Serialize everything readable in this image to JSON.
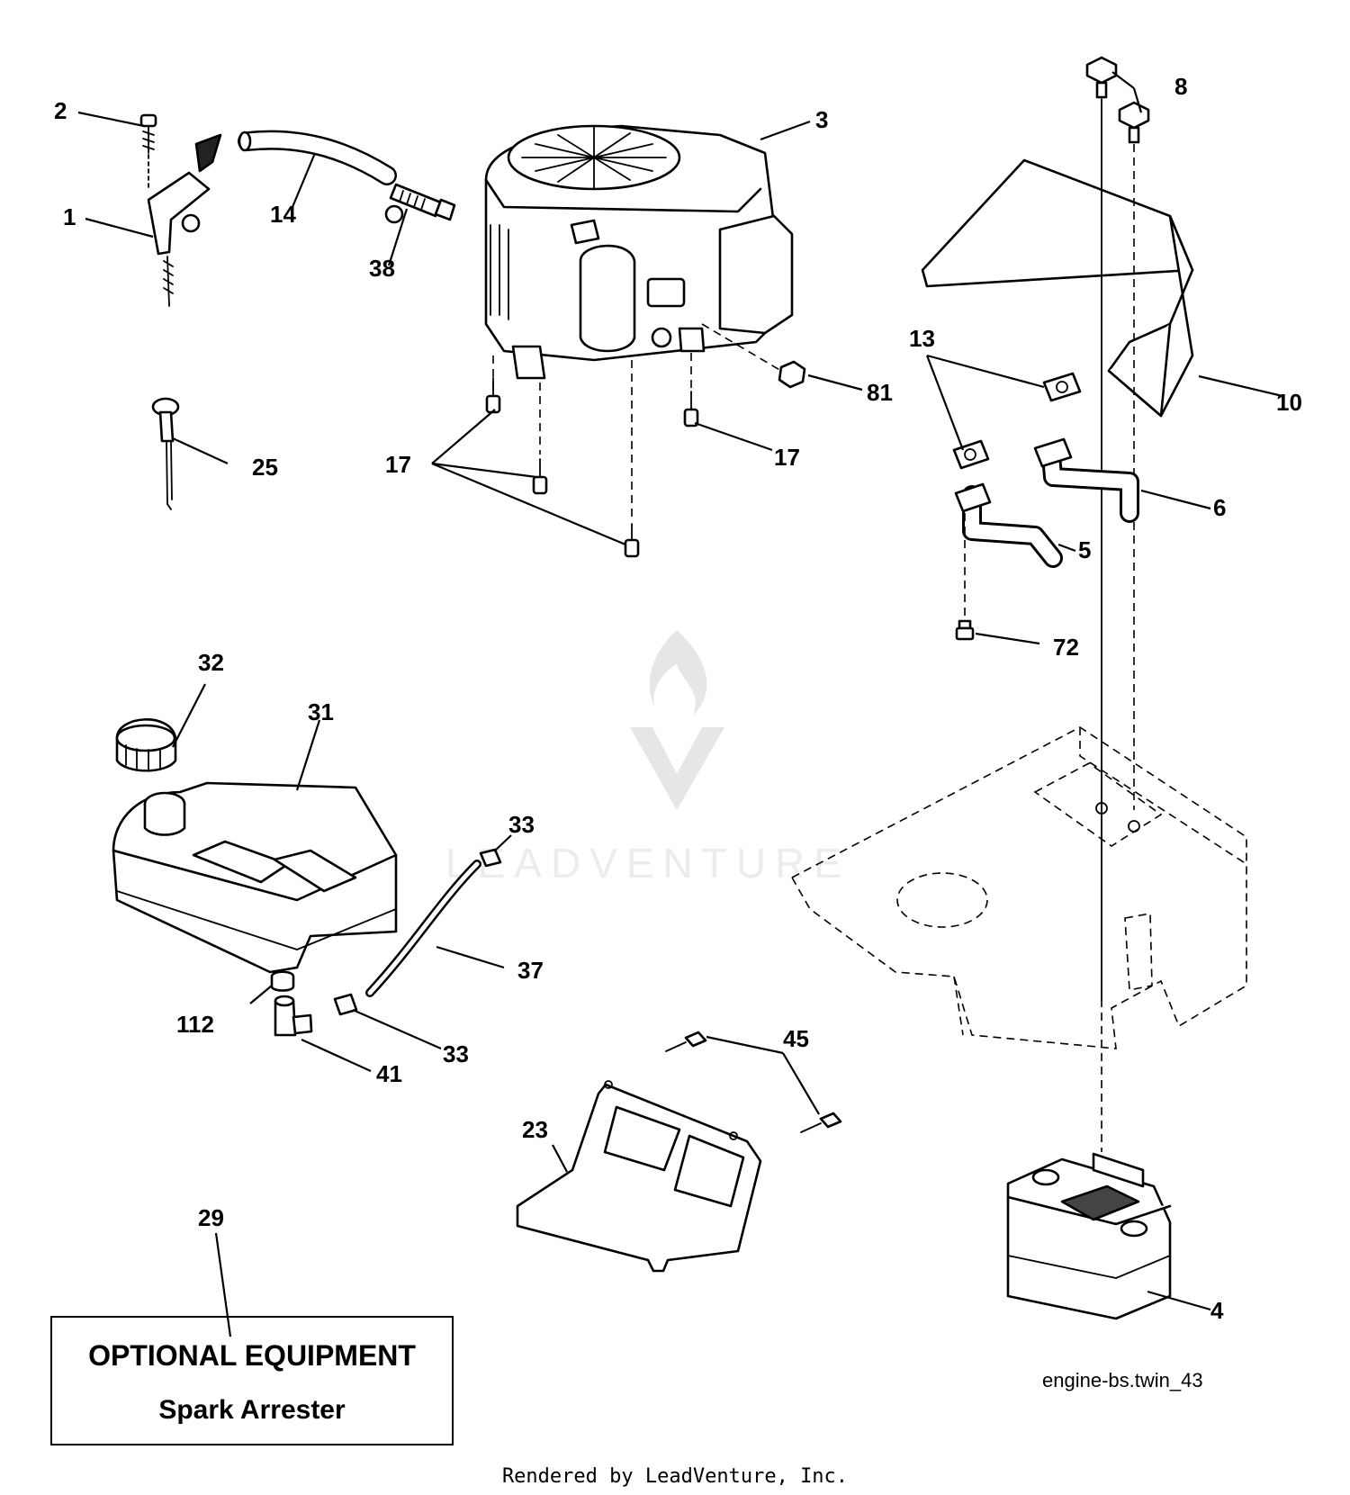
{
  "diagram": {
    "callouts": {
      "c1": "1",
      "c2": "2",
      "c3": "3",
      "c4": "4",
      "c5": "5",
      "c6": "6",
      "c8": "8",
      "c10": "10",
      "c13": "13",
      "c14": "14",
      "c17a": "17",
      "c17b": "17",
      "c23": "23",
      "c25": "25",
      "c29": "29",
      "c31": "31",
      "c32": "32",
      "c33a": "33",
      "c33b": "33",
      "c37": "37",
      "c38": "38",
      "c41": "41",
      "c45": "45",
      "c72": "72",
      "c81": "81",
      "c112": "112"
    },
    "watermark": "LEADVENTURE"
  },
  "note": {
    "title": "OPTIONAL EQUIPMENT",
    "subtitle": "Spark Arrester"
  },
  "drawing_id": "engine-bs.twin_43",
  "credit": "Rendered by LeadVenture, Inc."
}
